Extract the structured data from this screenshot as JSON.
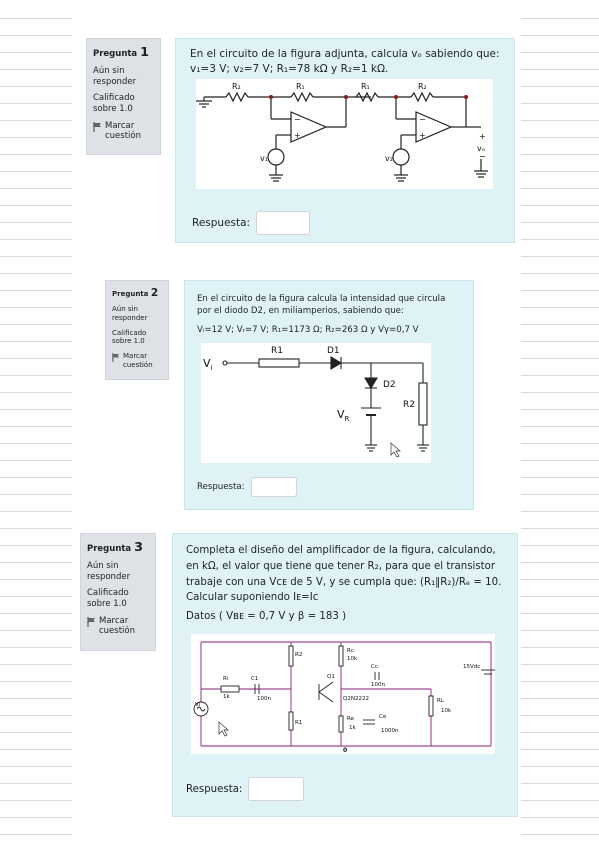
{
  "questions": [
    {
      "label": "Pregunta",
      "number": "1",
      "status": "Aún sin responder",
      "grade": "Calificado sobre 1.0",
      "flag": "Marcar cuestión",
      "text": "En el circuito de la figura adjunta, calcula vₒ sabiendo que: v₁=3 V; v₂=7 V; R₁=78 kΩ y R₂=1 kΩ.",
      "answer_label": "Respuesta:",
      "answer_value": "",
      "figure_labels": [
        "R₁",
        "R₂",
        "R₁",
        "R₂",
        "v₁",
        "v₂",
        "+",
        "vₒ",
        "−",
        "−",
        "+",
        "−",
        "+"
      ]
    },
    {
      "label": "Pregunta",
      "number": "2",
      "status": "Aún sin responder",
      "grade": "Calificado sobre 1.0",
      "flag": "Marcar cuestión",
      "text": "En el circuito de la figura calcula la intensidad que circula por el diodo D2, en miliamperios, sabiendo que:",
      "data_line": "Vᵢ=12 V; Vᵣ=7 V; R₁=1173 Ω; R₂=263 Ω y Vγ=0,7 V",
      "answer_label": "Respuesta:",
      "answer_value": "",
      "figure_labels": [
        "V",
        "i",
        "R1",
        "D1",
        "D2",
        "V",
        "R",
        "R2"
      ]
    },
    {
      "label": "Pregunta",
      "number": "3",
      "status": "Aún sin responder",
      "grade": "Calificado sobre 1.0",
      "flag": "Marcar cuestión",
      "text": "Completa el diseño del amplificador de la figura, calculando, en kΩ, el valor que tiene que tener R₂, para que el transistor trabaje con una Vᴄᴇ de 5 V, y se cumpla que: (R₁‖R₂)/Rₑ = 10. Calcular suponiendo Iᴇ=Iᴄ",
      "data_line": "Datos ( Vʙᴇ = 0,7 V y β = 183 )",
      "answer_label": "Respuesta:",
      "answer_value": "",
      "figure_labels": [
        "R2",
        "Rc",
        "10k",
        "Cc",
        "Q1",
        "100n",
        "Ri",
        "C1",
        "1k",
        "100n",
        "Q2N2222",
        "RL",
        "10k",
        "Vi",
        "R1",
        "Re",
        "1k",
        "Ce",
        "1000n",
        "15Vdc",
        "0"
      ]
    }
  ]
}
